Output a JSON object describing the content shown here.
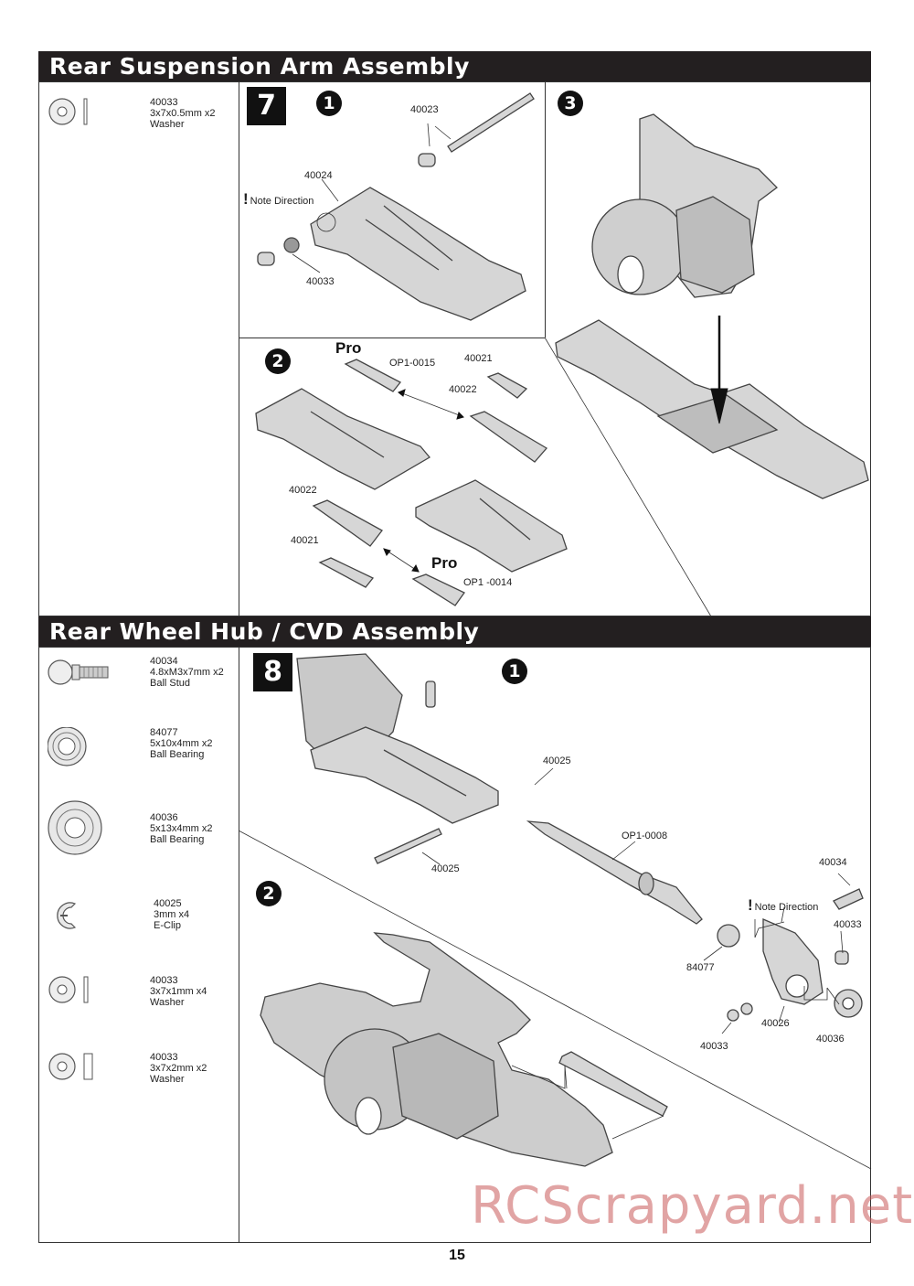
{
  "section1": {
    "title": "Rear Suspension Arm Assembly",
    "step": "7",
    "parts": [
      {
        "code": "40033",
        "desc": "3x7x0.5mm x2",
        "name": "Washer",
        "icon": "washer-thin-icon"
      }
    ],
    "substeps": [
      "1",
      "2",
      "3"
    ],
    "labels": {
      "l40023": "40023",
      "l40024": "40024",
      "l40033": "40033",
      "note": "Note Direction",
      "pro_top": "Pro",
      "op1_0015": "OP1-0015",
      "l40021_top": "40021",
      "l40022_top": "40022",
      "l40022_bot": "40022",
      "l40021_bot": "40021",
      "pro_bot": "Pro",
      "op1_0014": "OP1 -0014"
    }
  },
  "section2": {
    "title": "Rear Wheel Hub / CVD Assembly",
    "step": "8",
    "parts": [
      {
        "code": "40034",
        "desc": "4.8xM3x7mm x2",
        "name": "Ball Stud",
        "icon": "ball-stud-icon"
      },
      {
        "code": "84077",
        "desc": "5x10x4mm x2",
        "name": "Ball Bearing",
        "icon": "ball-bearing-small-icon"
      },
      {
        "code": "40036",
        "desc": "5x13x4mm x2",
        "name": "Ball Bearing",
        "icon": "ball-bearing-large-icon"
      },
      {
        "code": "40025",
        "desc": "3mm x4",
        "name": "E-Clip",
        "icon": "e-clip-icon"
      },
      {
        "code": "40033",
        "desc": "3x7x1mm x4",
        "name": "Washer",
        "icon": "washer-1mm-icon"
      },
      {
        "code": "40033",
        "desc": "3x7x2mm x2",
        "name": "Washer",
        "icon": "washer-2mm-icon"
      }
    ],
    "substeps": [
      "1",
      "2"
    ],
    "labels": {
      "l40025_top": "40025",
      "op1_0008": "OP1-0008",
      "l40025_bot": "40025",
      "l40034": "40034",
      "note": "Note Direction",
      "l40033_r": "40033",
      "l84077": "84077",
      "l40026": "40026",
      "l40033_b": "40033",
      "l40036": "40036"
    }
  },
  "page_number": "15",
  "watermark": "RCScrapyard.net"
}
